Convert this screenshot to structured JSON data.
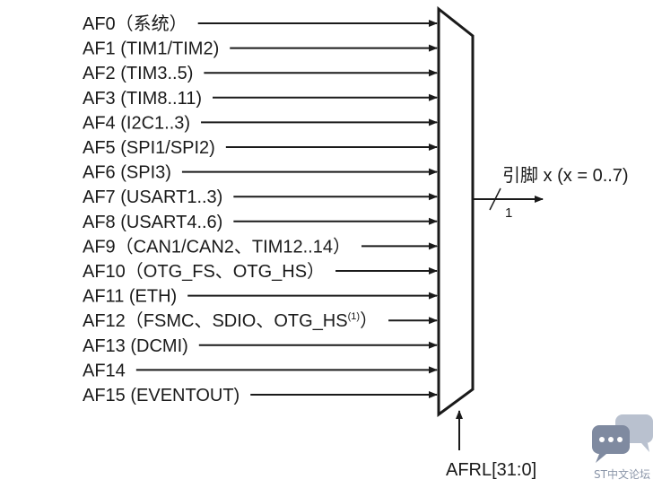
{
  "inputs": [
    {
      "id": 0,
      "label": "AF0（系统）"
    },
    {
      "id": 1,
      "label": "AF1 (TIM1/TIM2)"
    },
    {
      "id": 2,
      "label": "AF2 (TIM3..5)"
    },
    {
      "id": 3,
      "label": "AF3 (TIM8..11)"
    },
    {
      "id": 4,
      "label": "AF4 (I2C1..3)"
    },
    {
      "id": 5,
      "label": "AF5 (SPI1/SPI2)"
    },
    {
      "id": 6,
      "label": "AF6 (SPI3)"
    },
    {
      "id": 7,
      "label": "AF7 (USART1..3)"
    },
    {
      "id": 8,
      "label": "AF8 (USART4..6)"
    },
    {
      "id": 9,
      "label": "AF9（CAN1/CAN2、TIM12..14）"
    },
    {
      "id": 10,
      "label": "AF10（OTG_FS、OTG_HS）"
    },
    {
      "id": 11,
      "label": "AF11 (ETH)"
    },
    {
      "id": 12,
      "label": "AF12（FSMC、SDIO、OTG_HS",
      "sup": "(1)",
      "suffix": "）"
    },
    {
      "id": 13,
      "label": "AF13 (DCMI)"
    },
    {
      "id": 14,
      "label": "AF14"
    },
    {
      "id": 15,
      "label": "AF15 (EVENTOUT)"
    }
  ],
  "output": {
    "label": "引脚 x (x = 0..7)",
    "bus_width": "1"
  },
  "select": {
    "label": "AFRL[31:0]"
  },
  "watermark": {
    "text": "ST中文论坛",
    "icon": "chat-bubbles-icon"
  },
  "colors": {
    "line": "#1a1a1a",
    "watermark": "#8a95a8"
  }
}
